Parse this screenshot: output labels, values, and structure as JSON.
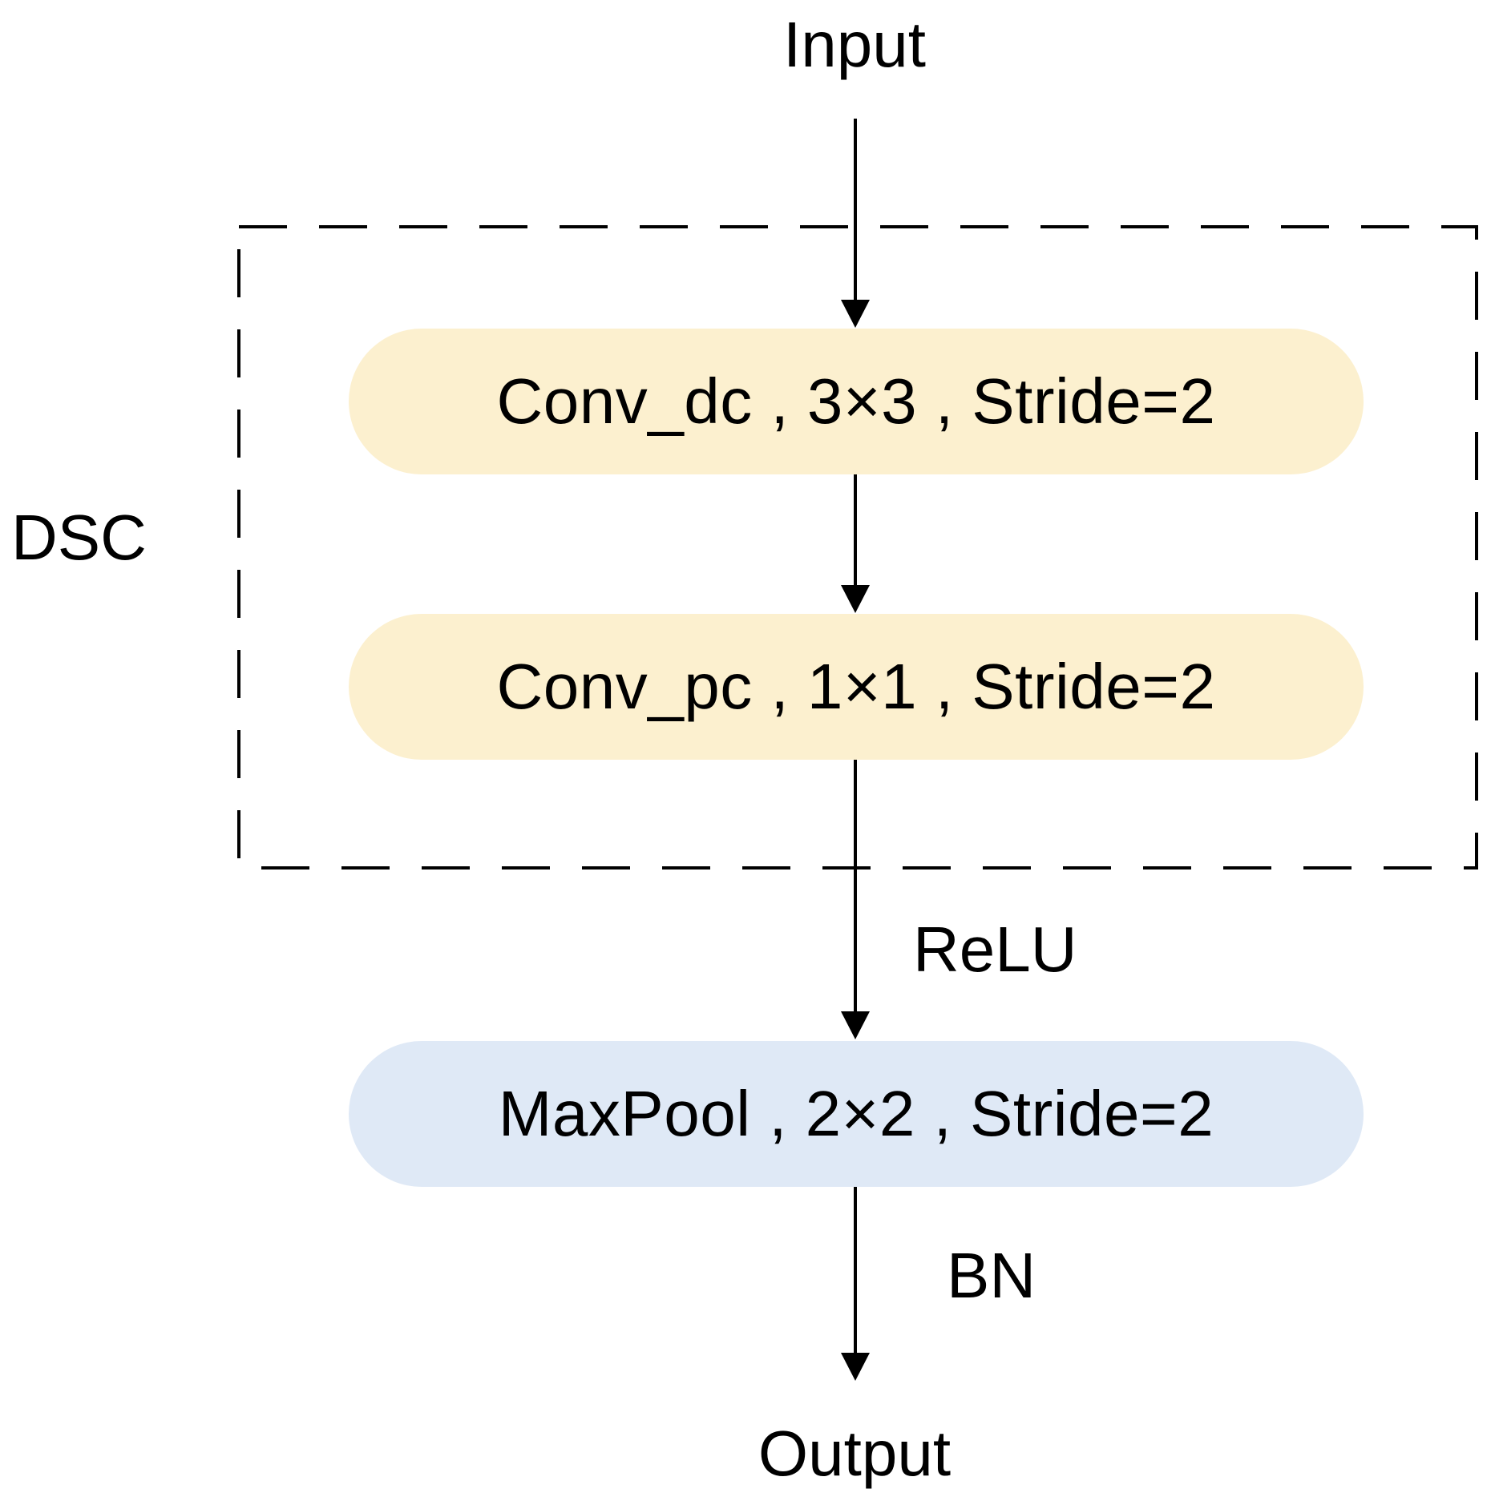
{
  "labels": {
    "input": "Input",
    "output": "Output",
    "group": "DSC",
    "activation": "ReLU",
    "normalization": "BN"
  },
  "nodes": [
    {
      "id": "conv_dc",
      "text": "Conv_dc , 3×3 , Stride=2",
      "fill": "#fcf0cf"
    },
    {
      "id": "conv_pc",
      "text": "Conv_pc , 1×1 , Stride=2",
      "fill": "#fcf0cf"
    },
    {
      "id": "maxpool",
      "text": "MaxPool , 2×2 , Stride=2",
      "fill": "#dfe9f6"
    }
  ],
  "edges": [
    {
      "from": "input",
      "to": "conv_dc"
    },
    {
      "from": "conv_dc",
      "to": "conv_pc"
    },
    {
      "from": "conv_pc",
      "to": "maxpool",
      "label": "ReLU"
    },
    {
      "from": "maxpool",
      "to": "output",
      "label": "BN"
    }
  ],
  "group": {
    "label": "DSC",
    "members": [
      "conv_dc",
      "conv_pc"
    ],
    "border_style": "dashed"
  },
  "colors": {
    "conv_fill": "#fcf0cf",
    "pool_fill": "#dfe9f6",
    "stroke": "#000000"
  }
}
